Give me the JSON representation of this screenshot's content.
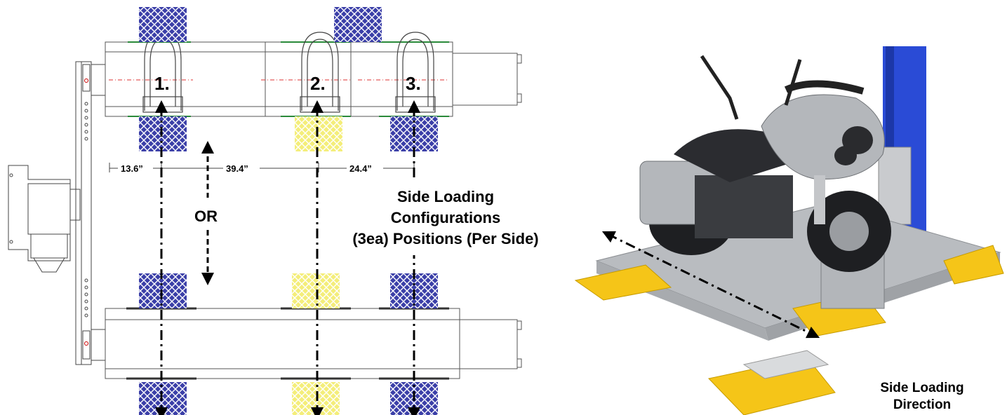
{
  "diagram": {
    "positions": [
      "1.",
      "2.",
      "3."
    ],
    "dimensions": [
      "13.6”",
      "39.4”",
      "24.4”"
    ],
    "or_label": "OR",
    "config_lines": [
      "Side Loading",
      "Configurations",
      "(3ea) Positions (Per Side)"
    ]
  },
  "photo": {
    "caption_lines": [
      "Side Loading",
      "Direction"
    ]
  },
  "colors": {
    "block_blue": "#3b3fa8",
    "block_yellow": "#f4ee7a",
    "lift_blue": "#2a4bd6",
    "ramp_yellow": "#f5c518",
    "bike_silver": "#b4b7bb"
  },
  "icons": [
    "dash-dot-arrow-icon",
    "double-arrow-icon"
  ]
}
